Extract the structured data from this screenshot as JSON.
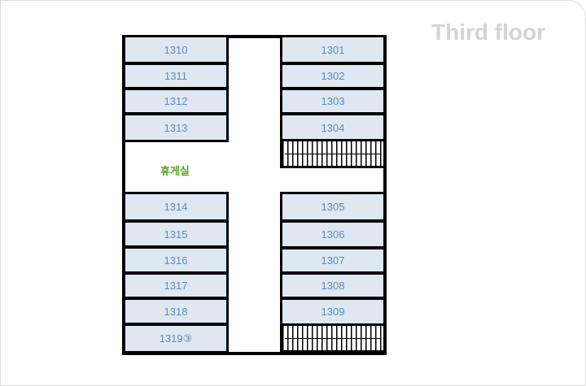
{
  "title": "Third floor",
  "lounge": "휴게실",
  "left_top": [
    "1310",
    "1311",
    "1312",
    "1313"
  ],
  "left_bottom": [
    "1314",
    "1315",
    "1316",
    "1317",
    "1318",
    "1319③"
  ],
  "right_top": [
    "1301",
    "1302",
    "1303",
    "1304"
  ],
  "right_bottom": [
    "1305",
    "1306",
    "1307",
    "1308",
    "1309"
  ]
}
